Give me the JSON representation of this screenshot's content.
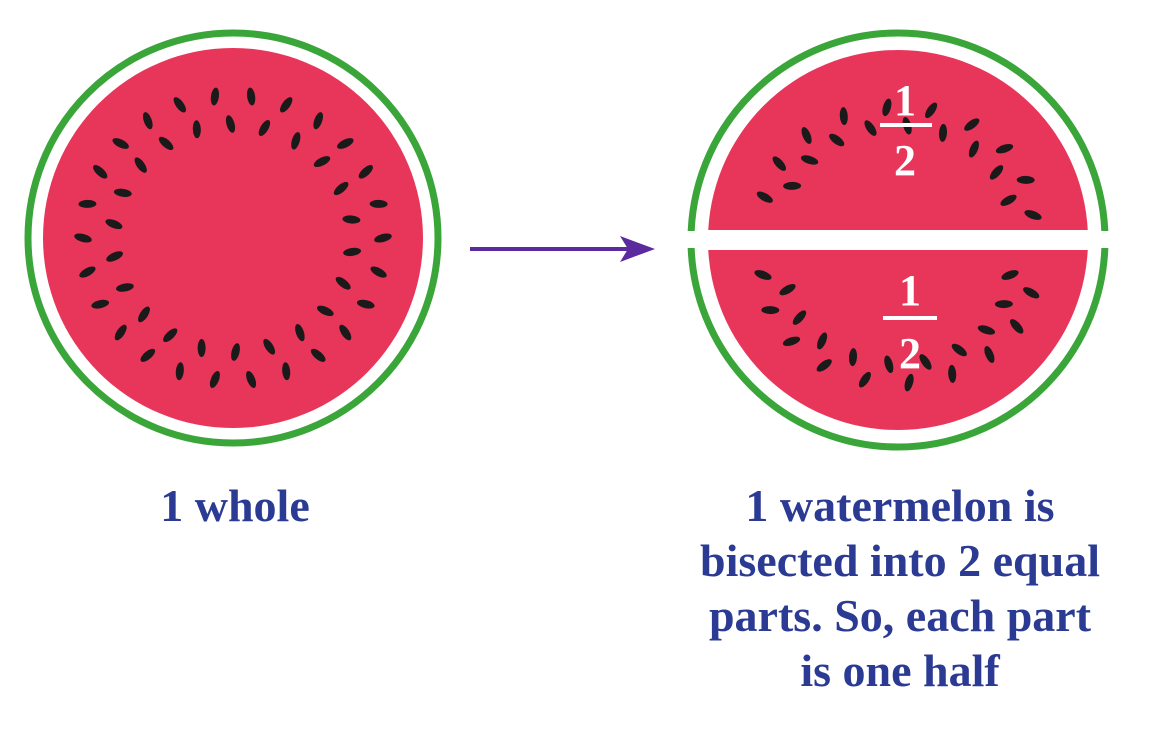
{
  "left": {
    "caption": "1 whole"
  },
  "right": {
    "top_fraction": {
      "numerator": "1",
      "denominator": "2"
    },
    "bottom_fraction": {
      "numerator": "1",
      "denominator": "2"
    },
    "caption_lines": [
      "1 watermelon is",
      "bisected into 2 equal",
      "parts. So, each part",
      "is one half"
    ]
  },
  "colors": {
    "flesh": "#e8365a",
    "rind": "#3aa63a",
    "seed": "#1a1a1a",
    "arrow": "#5b2a9e",
    "caption": "#2b3a93",
    "fraction_text": "#ffffff"
  },
  "icons": {
    "left_image": "whole-watermelon-icon",
    "arrow": "arrow-right-icon",
    "right_image": "halved-watermelon-icon"
  }
}
